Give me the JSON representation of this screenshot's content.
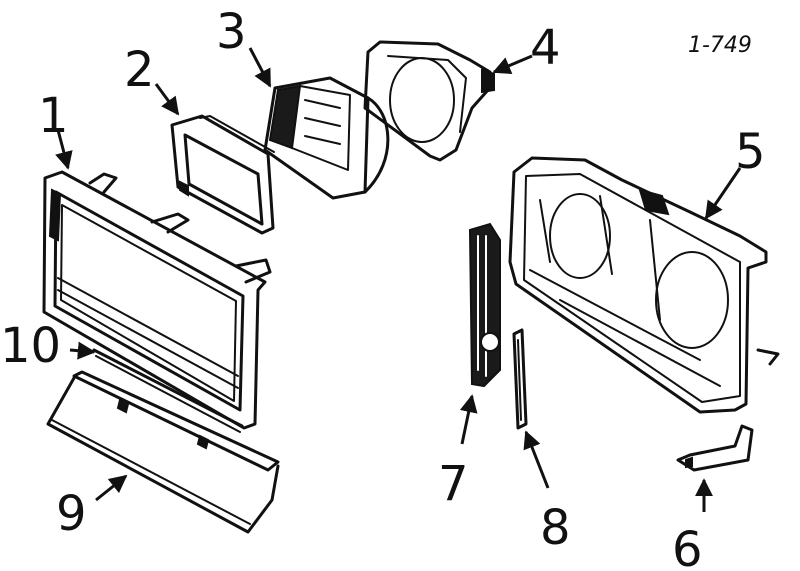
{
  "reference": "1-749",
  "callouts": [
    "1",
    "2",
    "3",
    "4",
    "5",
    "6",
    "7",
    "8",
    "9",
    "10"
  ]
}
